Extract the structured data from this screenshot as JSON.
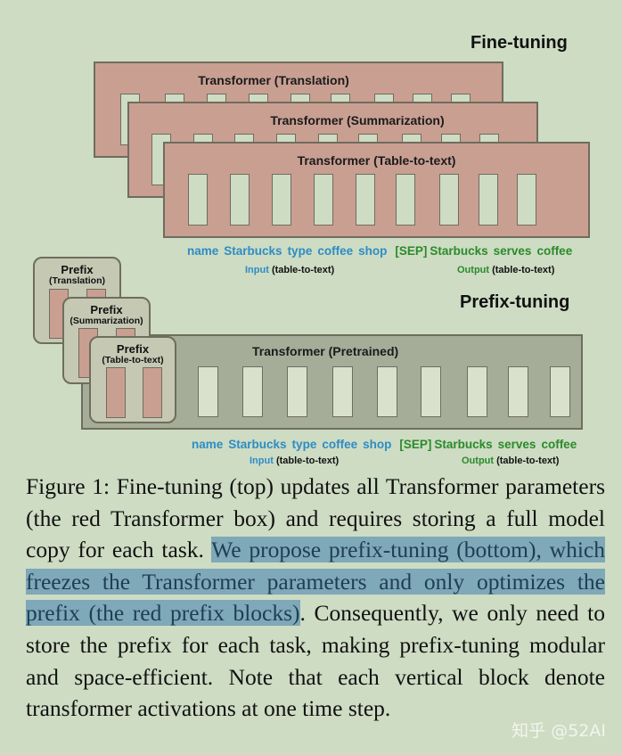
{
  "figure": {
    "fine_tuning": {
      "title": "Fine-tuning",
      "transformers": [
        {
          "label": "Transformer (Translation)"
        },
        {
          "label": "Transformer (Summarization)"
        },
        {
          "label": "Transformer (Table-to-text)"
        }
      ],
      "tokens_input": [
        "name",
        "Starbucks",
        "type",
        "coffee",
        "shop"
      ],
      "tokens_output": [
        "[SEP]",
        "Starbucks",
        "serves",
        "coffee"
      ],
      "input_label": "Input",
      "input_suffix": "(table-to-text)",
      "output_label": "Output",
      "output_suffix": "(table-to-text)"
    },
    "prefix_tuning": {
      "title": "Prefix-tuning",
      "transformer_label": "Transformer  (Pretrained)",
      "prefixes": [
        {
          "title": "Prefix",
          "task": "(Translation)"
        },
        {
          "title": "Prefix",
          "task": "(Summarization)"
        },
        {
          "title": "Prefix",
          "task": "(Table-to-text)"
        }
      ],
      "tokens_input": [
        "name",
        "Starbucks",
        "type",
        "coffee",
        "shop"
      ],
      "tokens_output": [
        "[SEP]",
        "Starbucks",
        "serves",
        "coffee"
      ],
      "input_label": "Input",
      "input_suffix": "(table-to-text)",
      "output_label": "Output",
      "output_suffix": "(table-to-text)"
    },
    "colors": {
      "background": "#cddcc3",
      "transformer_red": "#c99f92",
      "pretrained_gray": "#a5ad99",
      "input_blue": "#2e8cc4",
      "output_green": "#2b8a2b",
      "highlight": "#7fa8b8"
    }
  },
  "caption": {
    "part1": "Figure 1:   Fine-tuning (top) updates all Transformer parameters (the red Transformer box) and requires storing a full model copy for each task. ",
    "highlighted": "We propose prefix-tuning (bottom), which freezes the Transformer parameters and only optimizes the prefix (the red prefix blocks)",
    "part2": ".  Consequently, we only need to store the prefix for each task, making prefix-tuning modular and space-efficient.  Note that each vertical block denote transformer activations at one time step."
  },
  "watermark": "知乎 @52AI"
}
